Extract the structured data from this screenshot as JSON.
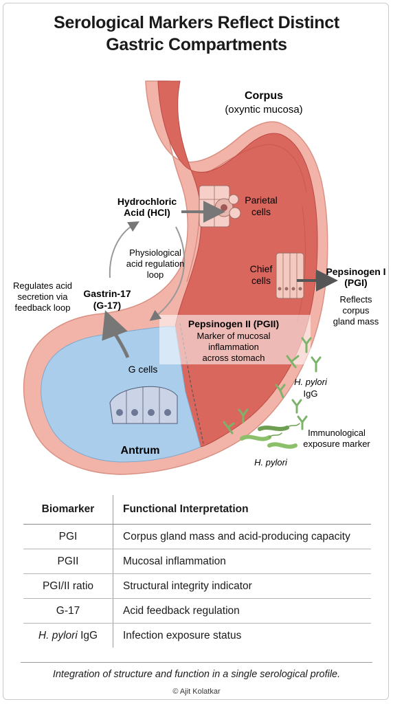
{
  "title_line1": "Serological Markers Reflect Distinct",
  "title_line2": "Gastric Compartments",
  "diagram": {
    "corpus_label": "Corpus",
    "corpus_sub": "(oxyntic mucosa)",
    "hcl_line1": "Hydrochloric",
    "hcl_line2": "Acid (HCl)",
    "parietal_line1": "Parietal",
    "parietal_line2": "cells",
    "physio_line1": "Physiological",
    "physio_line2": "acid regulation",
    "physio_line3": "loop",
    "regulates_line1": "Regulates acid",
    "regulates_line2": "secretion via",
    "regulates_line3": "feedback loop",
    "gastrin_line1": "Gastrin-17",
    "gastrin_line2": "(G-17)",
    "chief_line1": "Chief",
    "chief_line2": "cells",
    "pgi_line1": "Pepsinogen I",
    "pgi_line2": "(PGI)",
    "pgi_desc1": "Reflects",
    "pgi_desc2": "corpus",
    "pgi_desc3": "gland mass",
    "pgii_title": "Pepsinogen II (PGII)",
    "pgii_desc1": "Marker of mucosal",
    "pgii_desc2": "inflammation",
    "pgii_desc3": "across stomach",
    "gcells_label": "G cells",
    "hpylori_igg_line1": "H. pylori",
    "hpylori_igg_line2": "IgG",
    "immuno_line1": "Immunological",
    "immuno_line2": "exposure marker",
    "hpylori_label": "H. pylori",
    "antrum_label": "Antrum"
  },
  "table": {
    "headers": [
      "Biomarker",
      "Functional Interpretation"
    ],
    "rows": [
      {
        "marker": "PGI",
        "interpretation": "Corpus gland mass and acid-producing capacity"
      },
      {
        "marker": "PGII",
        "interpretation": "Mucosal inflammation"
      },
      {
        "marker": "PGI/II ratio",
        "interpretation": "Structural integrity indicator"
      },
      {
        "marker": "G-17",
        "interpretation": "Acid feedback regulation"
      },
      {
        "marker_italic": "H. pylori",
        "marker_rest": " IgG",
        "interpretation": "Infection exposure status"
      }
    ]
  },
  "footer": "Integration of structure and function in a single serological profile.",
  "copyright": "© Ajit Kolatkar",
  "colors": {
    "corpus": "#d9675e",
    "antrum": "#a9cdea",
    "wall": "#f2b3a8",
    "arrow": "#7a7a7a",
    "antibody": "#7cb36a",
    "bacteria": "#8cbf6a"
  }
}
